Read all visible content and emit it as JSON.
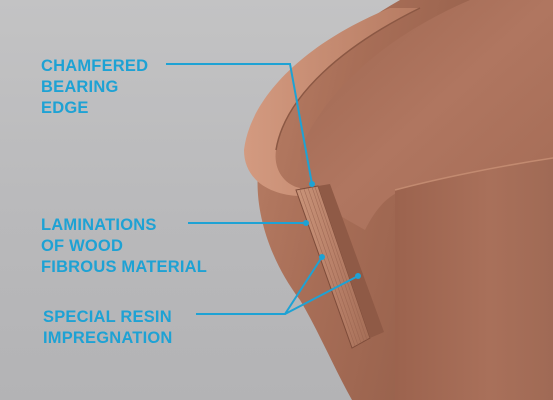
{
  "colors": {
    "background": "#bdbdbe",
    "bearing_surface": "#a8705a",
    "bearing_shadow": "#7f4f3d",
    "bearing_highlight": "#c48a70",
    "label_text": "#1ea2d4",
    "leader_line": "#1ea2d4"
  },
  "callouts": [
    {
      "id": "chamfered_bearing_edge",
      "text": "CHAMFERED\nBEARING\nEDGE"
    },
    {
      "id": "laminations",
      "text": "LAMINATIONS\nOF WOOD\nFIBROUS MATERIAL"
    },
    {
      "id": "special_resin",
      "text": "SPECIAL RESIN\nIMPREGNATION"
    }
  ]
}
